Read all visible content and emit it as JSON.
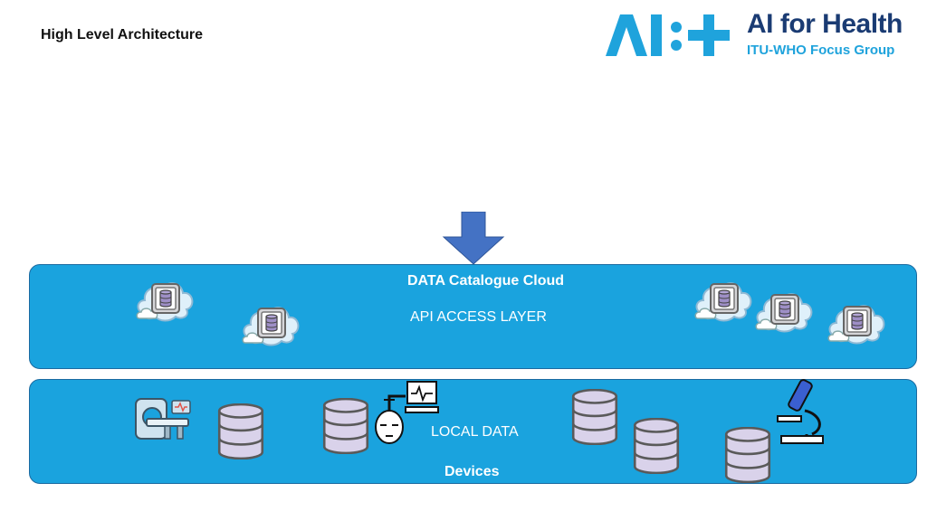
{
  "page": {
    "title": "High Level Architecture"
  },
  "logo": {
    "brand_mark": "AI:+",
    "name": "AI for Health",
    "subtitle": "ITU-WHO Focus Group",
    "colors": {
      "dark": "#1a3b73",
      "light": "#1fa3dc"
    }
  },
  "diagram": {
    "arrow_color": "#4472c4",
    "band_color": "#1aa3de",
    "cloud_layer": {
      "title": "DATA Catalogue Cloud",
      "subtitle": "API ACCESS LAYER",
      "icons": [
        "cloud-database-icon",
        "cloud-database-icon",
        "cloud-database-icon",
        "cloud-database-icon",
        "cloud-database-icon"
      ]
    },
    "devices_layer": {
      "local_label": "LOCAL DATA",
      "title": "Devices",
      "icons": [
        "mri-scanner-icon",
        "database-icon",
        "database-icon",
        "eeg-monitor-icon",
        "database-icon",
        "database-icon",
        "database-icon",
        "microscope-icon"
      ]
    }
  }
}
